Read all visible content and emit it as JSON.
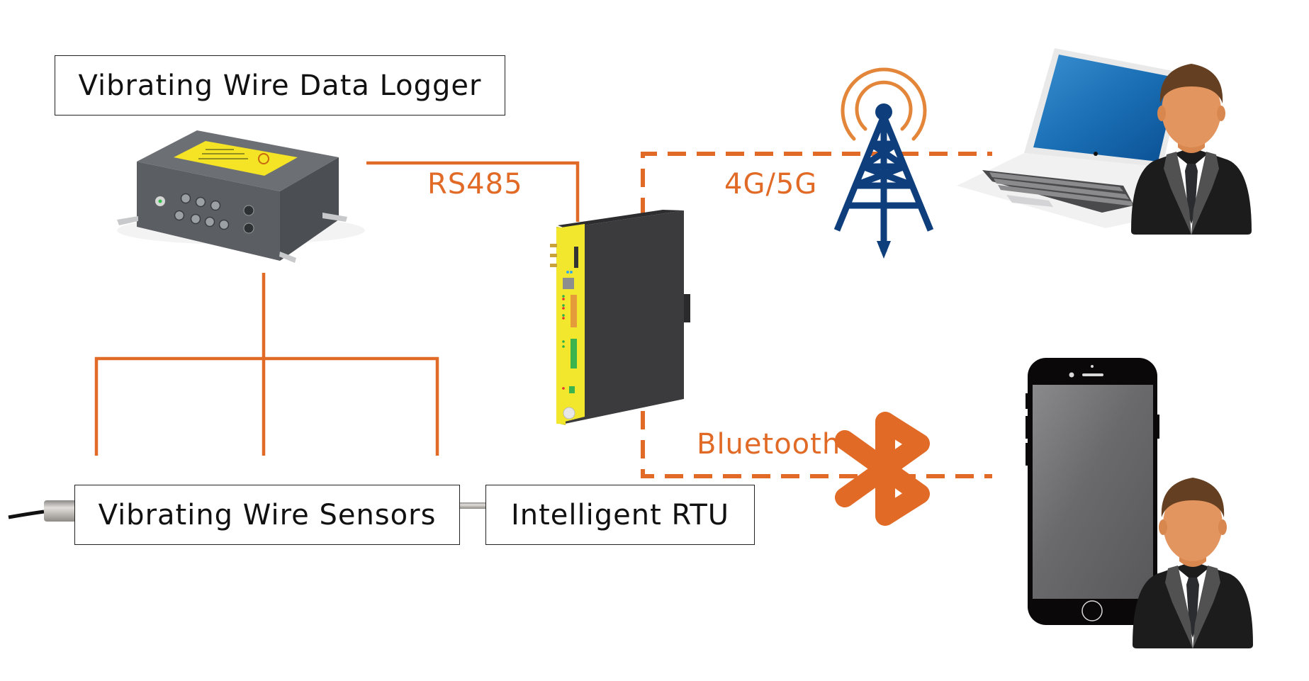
{
  "labels": {
    "data_logger": "Vibrating Wire Data Logger",
    "sensors": "Vibrating Wire Sensors",
    "rtu": "Intelligent RTU"
  },
  "links": {
    "wired": "RS485",
    "cellular": "4G/5G",
    "wireless": "Bluetooth"
  },
  "icons": {
    "data_logger": "data-logger-device",
    "sensors": [
      "piezometer-sensor",
      "strain-gauge-sensor",
      "embedded-strain-gauge-sensor"
    ],
    "rtu": "rtu-device",
    "tower": "cell-tower-icon",
    "bluetooth": "bluetooth-icon",
    "laptop": "laptop-icon",
    "phone": "smartphone-icon",
    "user": "user-avatar-icon"
  },
  "colors": {
    "accent": "#e06a26",
    "tower": "#0e3f7c",
    "signal": "#e3863a",
    "device_gray": "#5d6165",
    "rtu_yellow": "#f2e72c",
    "rtu_body": "#3b3b3d"
  }
}
